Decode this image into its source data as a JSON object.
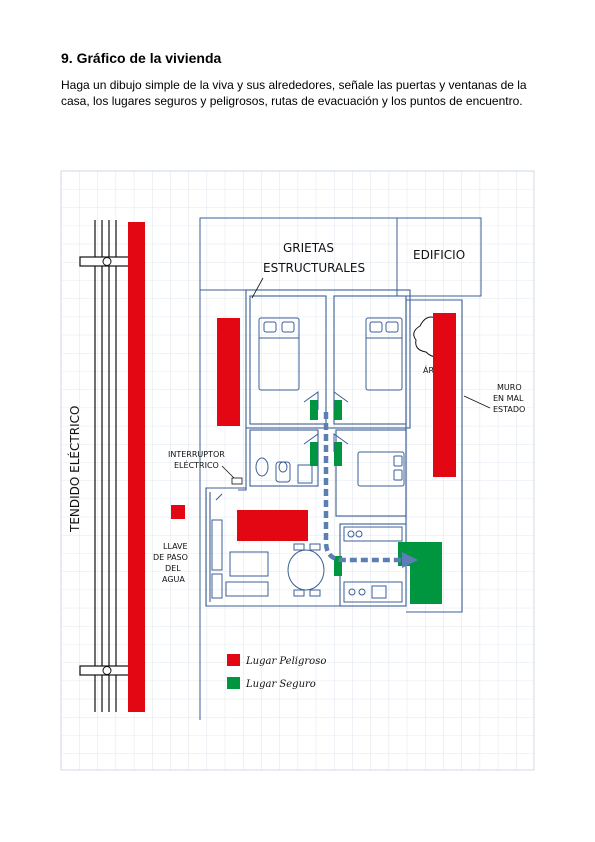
{
  "page": {
    "title": "9. Gráfico de la vivienda",
    "instructions": "Haga un dibujo simple de la viva y sus alrededores, señale las puertas y ventanas de la casa, los lugares seguros y peligrosos, rutas de evacuación y los puntos de encuentro."
  },
  "plan": {
    "labels": {
      "grietas_line1": "GRIETAS",
      "grietas_line2": "ESTRUCTURALES",
      "edificio": "EDIFICIO",
      "arbol": "ÁRBOL",
      "muro_line1": "MURO",
      "muro_line2": "EN MAL",
      "muro_line3": "ESTADO",
      "interruptor_line1": "INTERRUPTOR",
      "interruptor_line2": "ELÉCTRICO",
      "llave_line1": "LLAVE",
      "llave_line2": "DE PASO",
      "llave_line3": "DEL",
      "llave_line4": "AGUA",
      "tendido": "TENDIDO ELÉCTRICO"
    },
    "legend": {
      "peligroso": "Lugar Peligroso",
      "seguro": "Lugar Seguro"
    },
    "colors": {
      "peligroso": "#e30613",
      "seguro": "#009640",
      "ruta": "#5b7fb4",
      "grid": "#c5d3e3",
      "plan_lines": "#3b5f95"
    }
  }
}
